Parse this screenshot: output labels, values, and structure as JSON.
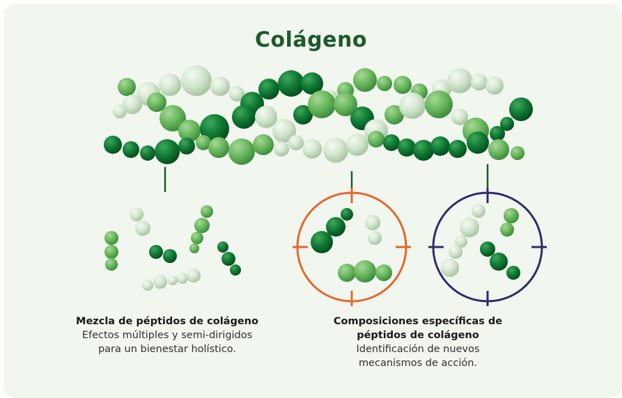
{
  "title": "Colágeno",
  "colors": {
    "dark_green": "#0f7a34",
    "mid_green": "#6ab85e",
    "light_green": "#d3e6cf",
    "target_orange": "#e5672a",
    "target_navy": "#2f2a6b",
    "title_green": "#1d5b2b"
  },
  "captions": {
    "mix": {
      "heading": "Mezcla de péptidos de colágeno",
      "line1": "Efectos múltiples y semi-dirigidos",
      "line2": "para un bienestar holístico."
    },
    "specific": {
      "heading_line1": "Composiciones específicas de",
      "heading_line2": "péptidos de colágeno",
      "line1": "Identificación de nuevos",
      "line2": "mecanismos de acción."
    }
  },
  "icons": [
    "collagen-chain",
    "peptide-mix",
    "orange-target-icon",
    "navy-target-icon"
  ]
}
